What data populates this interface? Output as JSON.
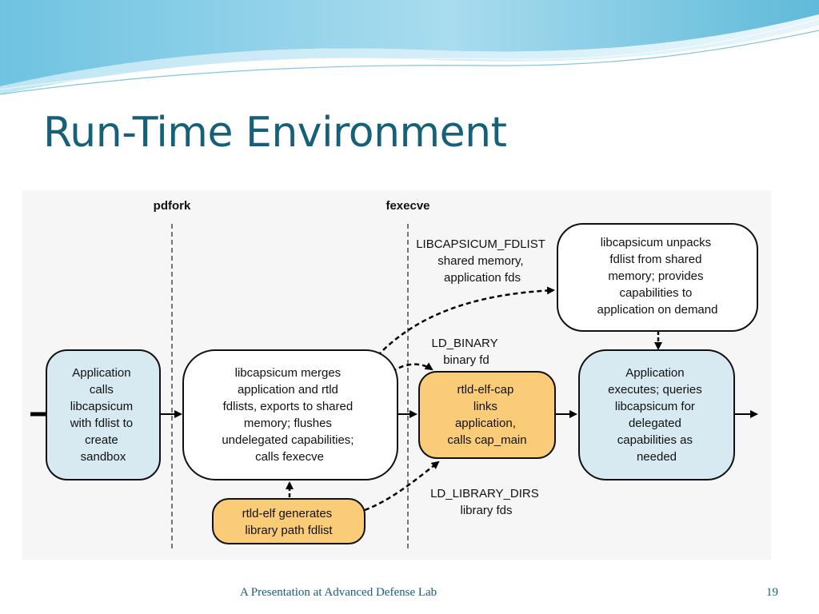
{
  "slide": {
    "title": "Run-Time Environment",
    "footer": "A Presentation at Advanced Defense Lab",
    "page_number": "19"
  },
  "diagram": {
    "phases": {
      "pdfork": "pdfork",
      "fexecve": "fexecve"
    },
    "boxes": {
      "app_calls": [
        "Application",
        "calls",
        "libcapsicum",
        "with fdlist to",
        "create",
        "sandbox"
      ],
      "merges": [
        "libcapsicum merges",
        "application and rtld",
        "fdlists, exports to shared",
        "memory; flushes",
        "undelegated capabilities;",
        "calls fexecve"
      ],
      "rtld_generates": [
        "rtld-elf generates",
        "library path fdlist"
      ],
      "rtld_cap": [
        "rtld-elf-cap",
        "links",
        "application,",
        "calls cap_main"
      ],
      "unpacks": [
        "libcapsicum unpacks",
        "fdlist from shared",
        "memory; provides",
        "capabilities to",
        "application on demand"
      ],
      "app_executes": [
        "Application",
        "executes; queries",
        "libcapsicum for",
        "delegated",
        "capabilities as",
        "needed"
      ]
    },
    "labels": {
      "fdlist": [
        "LIBCAPSICUM_FDLIST",
        "shared memory,",
        "application fds"
      ],
      "binary": [
        "LD_BINARY",
        "binary fd"
      ],
      "library": [
        "LD_LIBRARY_DIRS",
        "library fds"
      ]
    }
  },
  "colors": {
    "title": "#17607a",
    "blue_box": "#d7e9f1",
    "orange_box": "#fbcc77",
    "white_box": "#ffffff",
    "panel": "#f6f6f6"
  }
}
